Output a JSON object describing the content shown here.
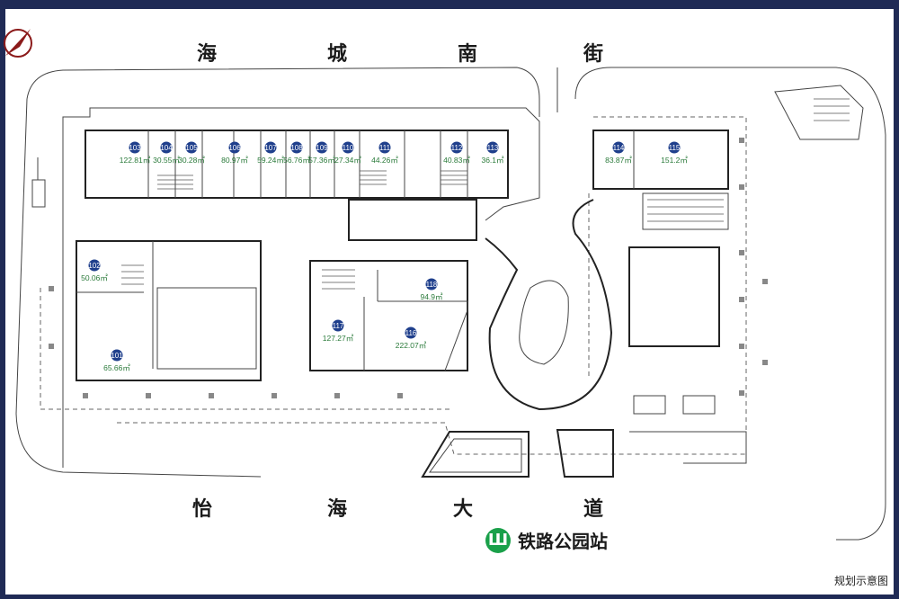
{
  "streets": {
    "north": [
      "海",
      "城",
      "南",
      "街"
    ],
    "south": [
      "怡",
      "海",
      "大",
      "道"
    ]
  },
  "station": {
    "icon": "metro-logo",
    "name": "铁路公园站",
    "color": "#1aa04a"
  },
  "note": "规划示意图",
  "units": [
    {
      "no": "103",
      "area": "122.81㎡"
    },
    {
      "no": "104",
      "area": "30.55㎡"
    },
    {
      "no": "105",
      "area": "30.28㎡"
    },
    {
      "no": "106",
      "area": "80.97㎡"
    },
    {
      "no": "107",
      "area": "59.24㎡"
    },
    {
      "no": "108",
      "area": "56.76㎡"
    },
    {
      "no": "109",
      "area": "57.36㎡"
    },
    {
      "no": "110",
      "area": "27.34㎡"
    },
    {
      "no": "111",
      "area": "44.26㎡"
    },
    {
      "no": "112",
      "area": "40.83㎡"
    },
    {
      "no": "113",
      "area": "36.1㎡"
    },
    {
      "no": "114",
      "area": "83.87㎡"
    },
    {
      "no": "115",
      "area": "151.2㎡"
    },
    {
      "no": "102",
      "area": "50.06㎡"
    },
    {
      "no": "101",
      "area": "65.66㎡"
    },
    {
      "no": "118",
      "area": "94.9㎡"
    },
    {
      "no": "117",
      "area": "127.27㎡"
    },
    {
      "no": "116",
      "area": "222.07㎡"
    }
  ],
  "colors": {
    "frame": "#1f2a55",
    "badge": "#1f3f8c",
    "area_text": "#2a7a3a"
  }
}
